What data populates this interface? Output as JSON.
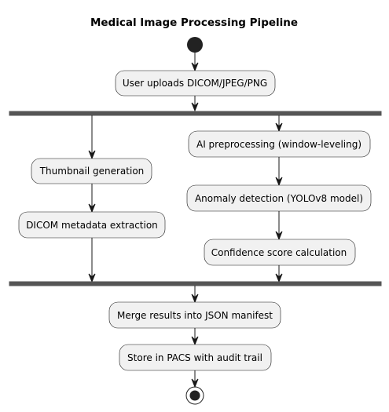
{
  "diagram": {
    "title": "Medical Image Processing Pipeline",
    "nodes": {
      "upload": "User uploads DICOM/JPEG/PNG",
      "thumbnail": "Thumbnail generation",
      "dicom_meta": "DICOM metadata extraction",
      "ai_preproc": "AI preprocessing (window-leveling)",
      "anomaly": "Anomaly detection (YOLOv8 model)",
      "confidence": "Confidence score calculation",
      "merge": "Merge results into JSON manifest",
      "store": "Store in PACS with audit trail"
    }
  }
}
